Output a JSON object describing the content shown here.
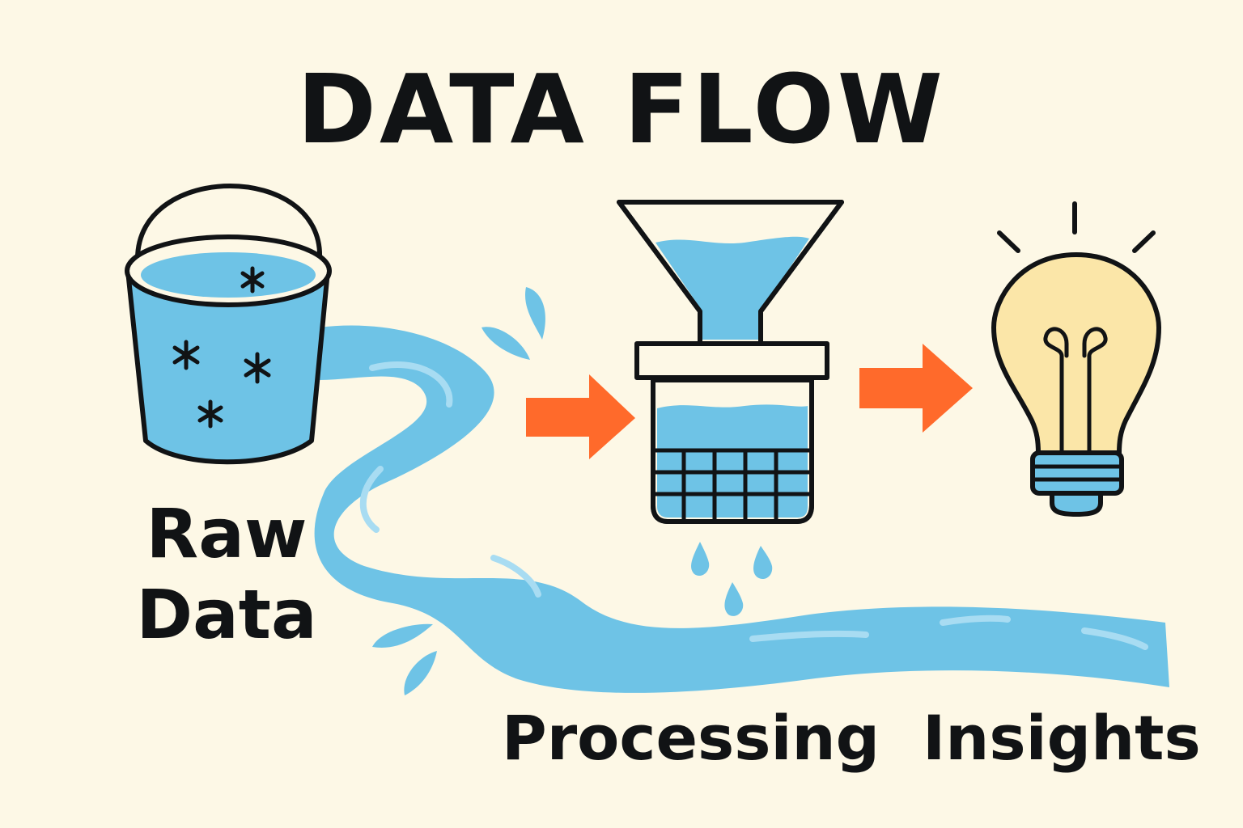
{
  "title": "DATA FLOW",
  "stages": {
    "raw": "Raw Data",
    "processing": "Processing",
    "insights": "Insights"
  },
  "colors": {
    "background": "#fdf8e6",
    "water": "#6ec3e6",
    "outline": "#111315",
    "arrow": "#ff6a2b",
    "bulb": "#fbe6a8"
  },
  "icons": {
    "source": "bucket-icon",
    "flow": "stream-icon",
    "processor": "funnel-filter-icon",
    "output": "lightbulb-icon",
    "connector": "arrow-right-icon"
  }
}
